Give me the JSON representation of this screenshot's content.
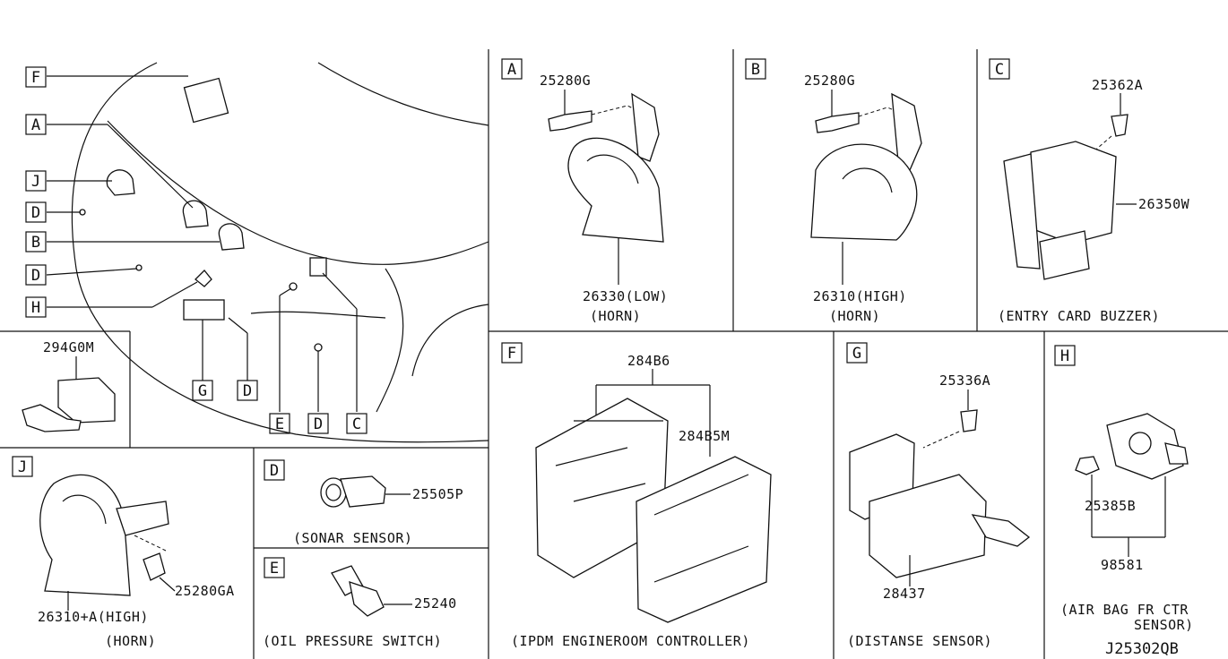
{
  "overview": {
    "callouts": [
      "F",
      "A",
      "J",
      "D",
      "B",
      "D",
      "H"
    ],
    "bottom_callouts": [
      "G",
      "D",
      "E",
      "D",
      "C"
    ]
  },
  "panels": {
    "A": {
      "tag": "A",
      "bolt": "25280G",
      "part": "26330(LOW)",
      "desc": "(HORN)"
    },
    "B": {
      "tag": "B",
      "bolt": "25280G",
      "part": "26310(HIGH)",
      "desc": "(HORN)"
    },
    "C": {
      "tag": "C",
      "bolt": "25362A",
      "part": "26350W",
      "desc": "(ENTRY CARD BUZZER)"
    },
    "P294": {
      "part": "294G0M"
    },
    "J": {
      "tag": "J",
      "bolt": "25280GA",
      "part": "26310+A(HIGH)",
      "desc": "(HORN)"
    },
    "D": {
      "tag": "D",
      "part": "25505P",
      "desc": "(SONAR SENSOR)"
    },
    "E": {
      "tag": "E",
      "part": "25240",
      "desc": "(OIL PRESSURE SWITCH)"
    },
    "F": {
      "tag": "F",
      "part1": "284B6",
      "part2": "284B5M",
      "desc": "(IPDM ENGINEROOM CONTROLLER)"
    },
    "G": {
      "tag": "G",
      "bolt": "25336A",
      "part": "28437",
      "desc": "(DISTANSE SENSOR)"
    },
    "H": {
      "tag": "H",
      "nut": "25385B",
      "part": "98581",
      "desc1": "(AIR BAG FR CTR",
      "desc2": "SENSOR)"
    }
  },
  "drawing_number": "J25302QB"
}
